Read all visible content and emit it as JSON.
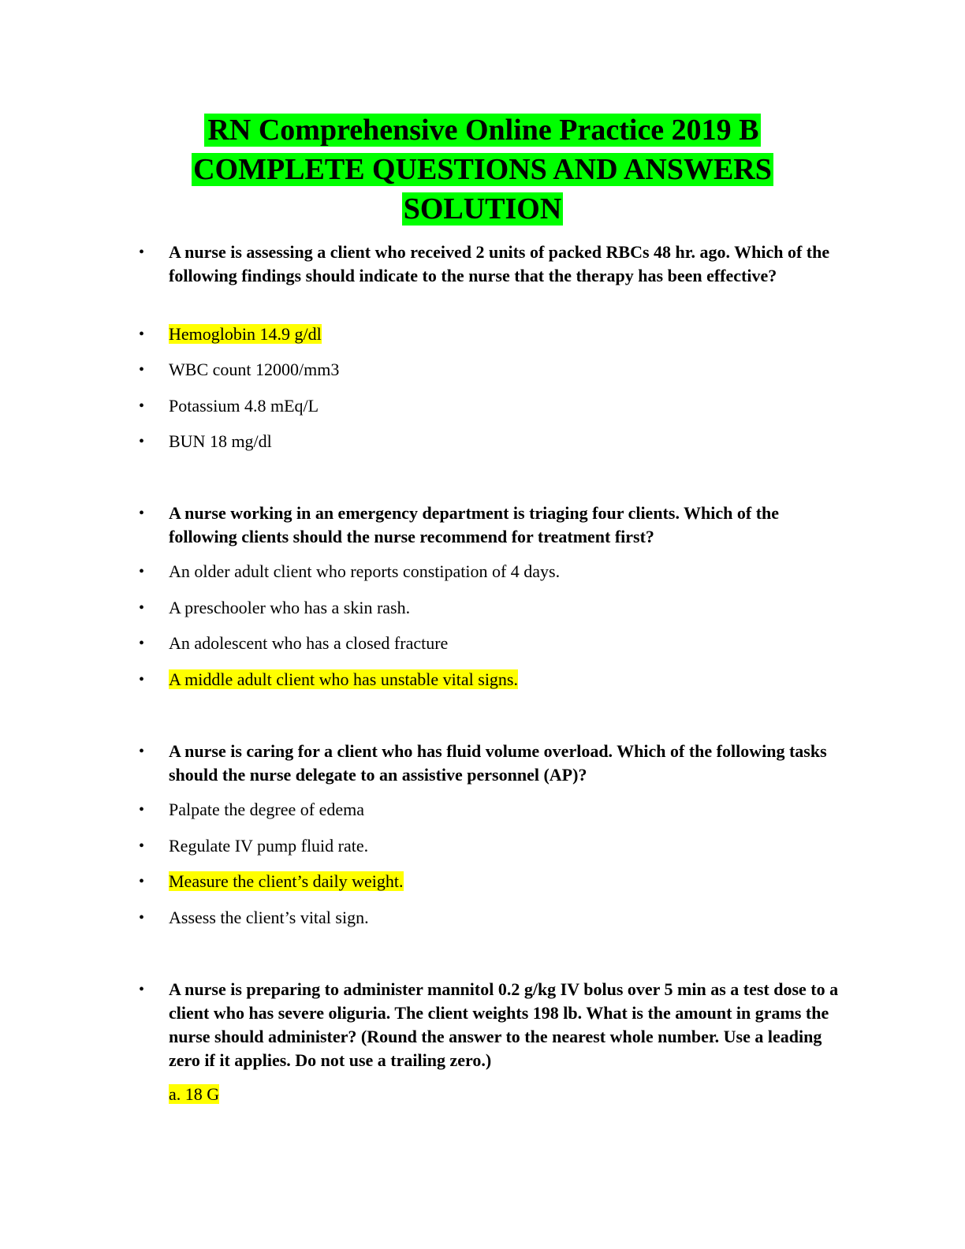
{
  "document": {
    "title_lines": [
      "RN Comprehensive Online Practice 2019 B",
      "COMPLETE QUESTIONS AND ANSWERS",
      "SOLUTION"
    ],
    "highlight_colors": {
      "title": "#00ff00",
      "answer": "#ffff00"
    },
    "questions": [
      {
        "question": "A nurse is assessing a client who received 2 units of packed RBCs 48 hr. ago. Which of the following findings should indicate to the nurse that the therapy has been effective?",
        "options": [
          "Hemoglobin 14.9 g/dl",
          "WBC count 12000/mm3",
          "Potassium 4.8 mEq/L",
          "BUN 18 mg/dl"
        ],
        "correct_index": 0
      },
      {
        "question": "A nurse working in an emergency department is triaging four clients. Which of the following clients should the nurse recommend for treatment first?",
        "options": [
          "An older adult client who reports constipation of 4 days.",
          "A preschooler who has a skin rash.",
          "An adolescent who has a closed fracture",
          "A middle adult client who has unstable vital signs."
        ],
        "correct_index": 3
      },
      {
        "question": "A nurse is caring for a client who has fluid volume overload. Which of the following tasks should the nurse delegate to an assistive personnel (AP)?",
        "options": [
          "Palpate the degree of edema",
          "Regulate IV pump fluid rate.",
          "Measure the client’s daily weight.",
          "Assess the client’s vital sign."
        ],
        "correct_index": 2
      },
      {
        "question": "A nurse is preparing to administer mannitol 0.2 g/kg IV bolus over 5 min as a test dose to a client who has severe oliguria. The client weights 198 lb. What is the amount in grams the nurse should administer? (Round the answer to the nearest whole number. Use a leading zero if it applies. Do not use a trailing zero.)",
        "answer": "a. 18 G"
      }
    ],
    "bullet_glyph": "•"
  }
}
